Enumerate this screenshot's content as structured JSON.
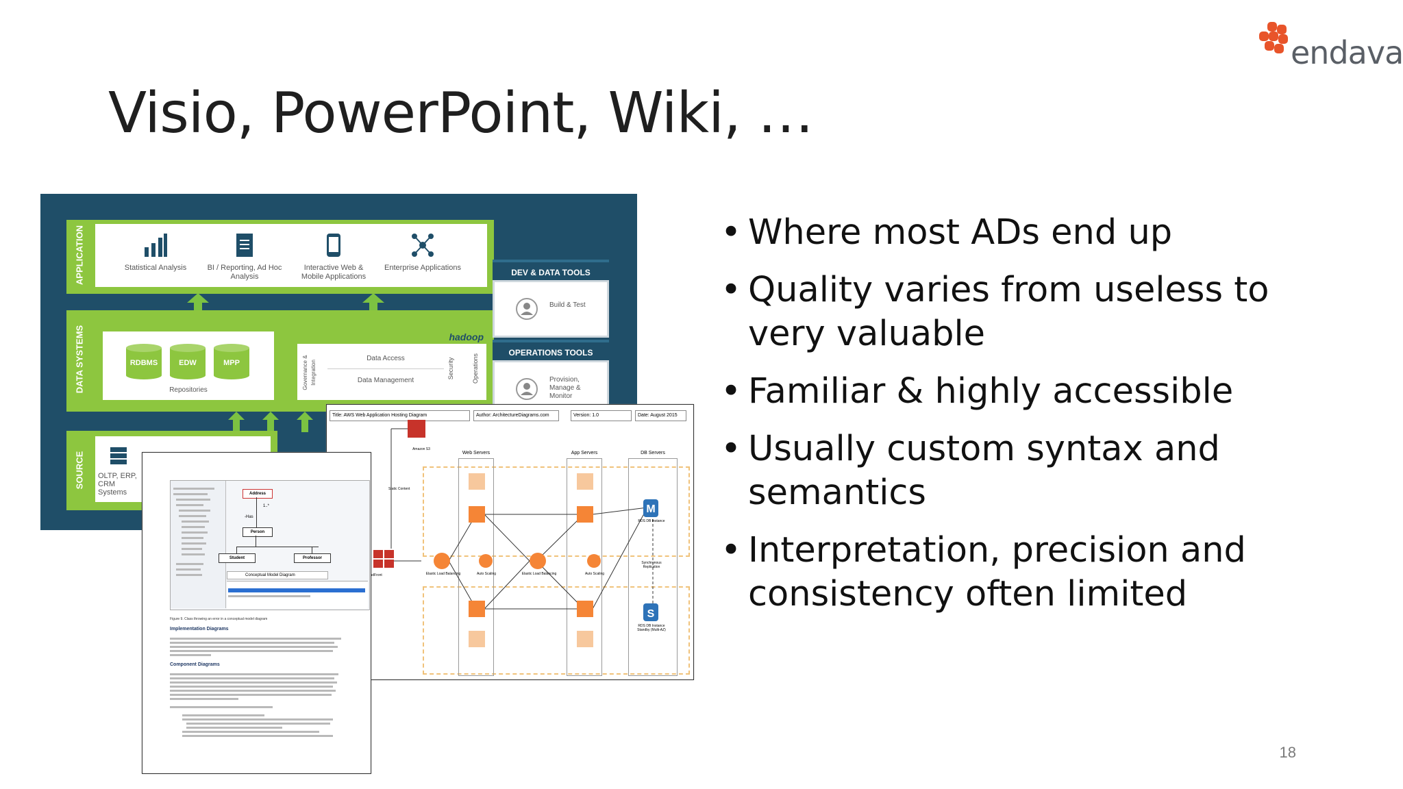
{
  "slide": {
    "title": "Visio, PowerPoint, Wiki, …",
    "page_number": "18",
    "logo_text": "endava"
  },
  "bullets": [
    "Where most ADs end up",
    "Quality varies from useless to very valuable",
    "Familiar & highly accessible",
    "Usually custom syntax and semantics",
    "Interpretation, precision and consistency often limited"
  ],
  "arch_diagram": {
    "sections": {
      "application": "APPLICATION",
      "data_systems": "DATA SYSTEMS",
      "source": "SOURCE"
    },
    "application_items": [
      "Statistical Analysis",
      "BI / Reporting, Ad Hoc Analysis",
      "Interactive Web & Mobile Applications",
      "Enterprise Applications"
    ],
    "repositories": [
      "RDBMS",
      "EDW",
      "MPP"
    ],
    "repositories_label": "Repositories",
    "hadoop_label": "hadoop",
    "hadoop_left": "Governance & Integration",
    "hadoop_rows": [
      "Data Access",
      "Data Management"
    ],
    "hadoop_right": [
      "Security",
      "Operations"
    ],
    "dev_tools_title": "DEV & DATA TOOLS",
    "dev_tools_item": "Build & Test",
    "ops_tools_title": "OPERATIONS TOOLS",
    "ops_tools_item": "Provision, Manage & Monitor",
    "source_item": "OLTP, ERP, CRM Systems"
  },
  "aws_diagram": {
    "header_cells": [
      "Title: AWS Web Application Hosting Diagram",
      "Author: ArchitectureDiagrams.com",
      "Version: 1.0",
      "Date: August 2015"
    ],
    "columns": [
      "Web Servers",
      "App Servers",
      "DB Servers"
    ],
    "labels": {
      "s3": "Amazon S3",
      "static": "Static Content",
      "cloudfront": "CloudFront",
      "elb1": "Elastic Load Balancing",
      "auto1": "Auto Scaling",
      "elb2": "Elastic Load Balancing",
      "auto2": "Auto Scaling",
      "rds_master": "RDS DB Instance",
      "sync": "Synchronous Replication",
      "rds_standby": "RDS DB Instance Standby (Multi-AZ)",
      "instance": "Instance"
    }
  },
  "doc_page": {
    "caption": "Figure 9. Class throwing an error in a conceptual model diagram",
    "heading1": "Implementation Diagrams",
    "heading2": "Component Diagrams",
    "uml": {
      "class1": "Address",
      "class2": "Person",
      "class3": "Student",
      "class4": "Professor",
      "assoc": "-Has",
      "mult": "1..*"
    },
    "tab": "Conceptual Model Diagram"
  },
  "colors": {
    "accent_green": "#8dc63f",
    "navy": "#1f4e68",
    "aws_orange": "#f58536",
    "endava_orange": "#e8542a"
  }
}
